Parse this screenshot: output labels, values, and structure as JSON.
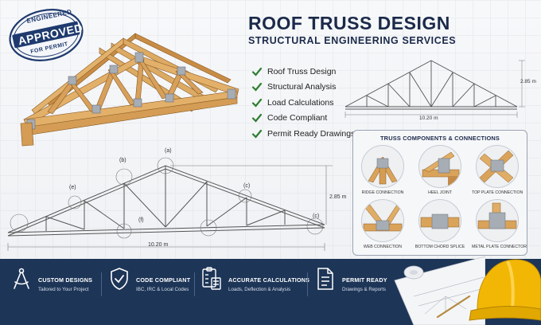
{
  "stamp": {
    "top": "ENGINEERED",
    "middle": "APPROVED",
    "bottom": "FOR PERMIT"
  },
  "title": "ROOF TRUSS DESIGN",
  "subtitle": "STRUCTURAL ENGINEERING SERVICES",
  "services": [
    "Roof Truss Design",
    "Structural Analysis",
    "Load Calculations",
    "Code Compliant",
    "Permit Ready Drawings"
  ],
  "small_drawing": {
    "height_label": "2.85 m",
    "span_label": "10.20 m"
  },
  "big_drawing": {
    "height_label": "2.85 m",
    "span_label": "10.20 m",
    "markers": [
      "(a)",
      "(b)",
      "(c)",
      "(c)",
      "(e)",
      "(f)"
    ]
  },
  "components": {
    "title": "TRUSS COMPONENTS & CONNECTIONS",
    "items": [
      "RIDGE CONNECTION",
      "HEEL JOINT",
      "TOP PLATE CONNECTION",
      "WEB CONNECTION",
      "BOTTOM CHORD SPLICE",
      "METAL PLATE CONNECTOR"
    ]
  },
  "features": [
    {
      "title": "CUSTOM DESIGNS",
      "desc": "Tailored to Your Project",
      "icon": "compass-icon"
    },
    {
      "title": "CODE COMPLIANT",
      "desc": "IBC, IRC & Local Codes",
      "icon": "shield-check-icon"
    },
    {
      "title": "ACCURATE CALCULATIONS",
      "desc": "Loads, Deflection & Analysis",
      "icon": "calculator-clipboard-icon"
    },
    {
      "title": "PERMIT READY",
      "desc": "Drawings & Reports",
      "icon": "document-icon"
    }
  ],
  "colors": {
    "navy": "#1d3557",
    "title": "#1b2a4a",
    "wood": "#d9a35a",
    "check_green": "#2e7d32",
    "helmet": "#f2b705"
  }
}
